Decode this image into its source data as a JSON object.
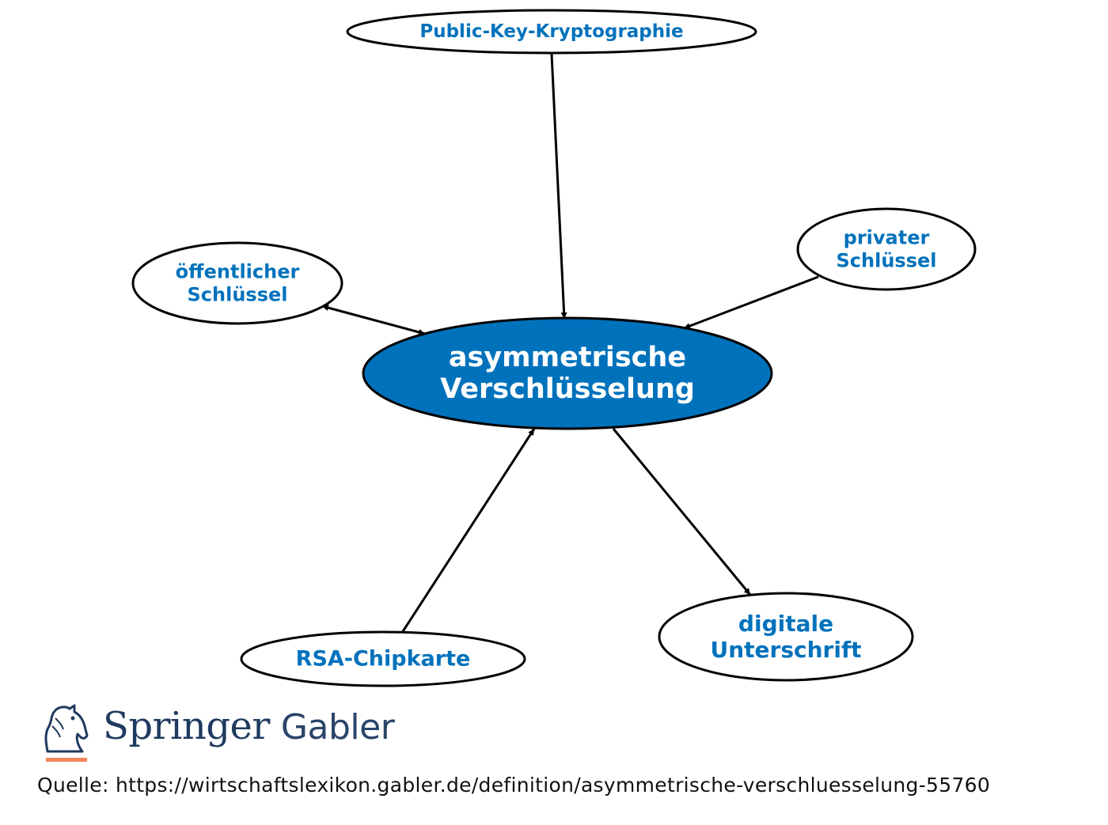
{
  "diagram": {
    "nodes": [
      {
        "id": "center",
        "lines": [
          "asymmetrische",
          "Verschlüsselung"
        ],
        "style": "filled"
      },
      {
        "id": "pkk",
        "lines": [
          "Public-Key-Kryptographie"
        ],
        "style": "outline"
      },
      {
        "id": "oeff",
        "lines": [
          "öffentlicher",
          "Schlüssel"
        ],
        "style": "outline"
      },
      {
        "id": "priv",
        "lines": [
          "privater",
          "Schlüssel"
        ],
        "style": "outline"
      },
      {
        "id": "rsa",
        "lines": [
          "RSA-Chipkarte"
        ],
        "style": "outline"
      },
      {
        "id": "dig",
        "lines": [
          "digitale",
          "Unterschrift"
        ],
        "style": "outline"
      }
    ],
    "edges": [
      {
        "from": "pkk",
        "to": "center",
        "arrow": "end"
      },
      {
        "from": "oeff",
        "to": "center",
        "arrow": "both"
      },
      {
        "from": "priv",
        "to": "center",
        "arrow": "end"
      },
      {
        "from": "rsa",
        "to": "center",
        "arrow": "end"
      },
      {
        "from": "center",
        "to": "dig",
        "arrow": "end"
      }
    ],
    "colors": {
      "accent": "#0072bc",
      "center_text": "#ffffff",
      "outline": "#000000",
      "node_fill": "#ffffff"
    }
  },
  "logo": {
    "brand": "Springer",
    "sub": "Gabler",
    "colors": {
      "text": "#1f3a5f",
      "underline": "#f0845a"
    }
  },
  "source": {
    "text": "Quelle: https://wirtschaftslexikon.gabler.de/definition/asymmetrische-verschluesselung-55760"
  }
}
